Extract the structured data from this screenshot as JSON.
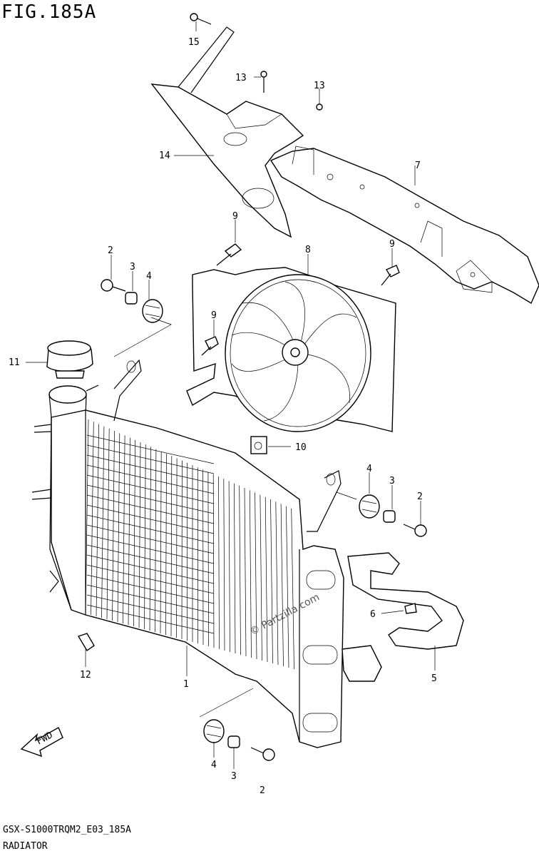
{
  "figure": {
    "title": "FIG.185A",
    "code": "GSX-S1000TRQM2_E03_185A",
    "name": "RADIATOR",
    "watermark": "© Partzilla.com",
    "fwd_label": "FWD"
  },
  "callouts": [
    {
      "id": "c15",
      "text": "15"
    },
    {
      "id": "c13a",
      "text": "13"
    },
    {
      "id": "c13b",
      "text": "13"
    },
    {
      "id": "c14",
      "text": "14"
    },
    {
      "id": "c7",
      "text": "7"
    },
    {
      "id": "c9a",
      "text": "9"
    },
    {
      "id": "c9b",
      "text": "9"
    },
    {
      "id": "c9c",
      "text": "9"
    },
    {
      "id": "c8",
      "text": "8"
    },
    {
      "id": "c2a",
      "text": "2"
    },
    {
      "id": "c3a",
      "text": "3"
    },
    {
      "id": "c4a",
      "text": "4"
    },
    {
      "id": "c11",
      "text": "11"
    },
    {
      "id": "c10",
      "text": "10"
    },
    {
      "id": "c4b",
      "text": "4"
    },
    {
      "id": "c3b",
      "text": "3"
    },
    {
      "id": "c2b",
      "text": "2"
    },
    {
      "id": "c6",
      "text": "6"
    },
    {
      "id": "c5",
      "text": "5"
    },
    {
      "id": "c1",
      "text": "1"
    },
    {
      "id": "c12",
      "text": "12"
    },
    {
      "id": "c4c",
      "text": "4"
    },
    {
      "id": "c3c",
      "text": "3"
    },
    {
      "id": "c2c",
      "text": "2"
    }
  ]
}
